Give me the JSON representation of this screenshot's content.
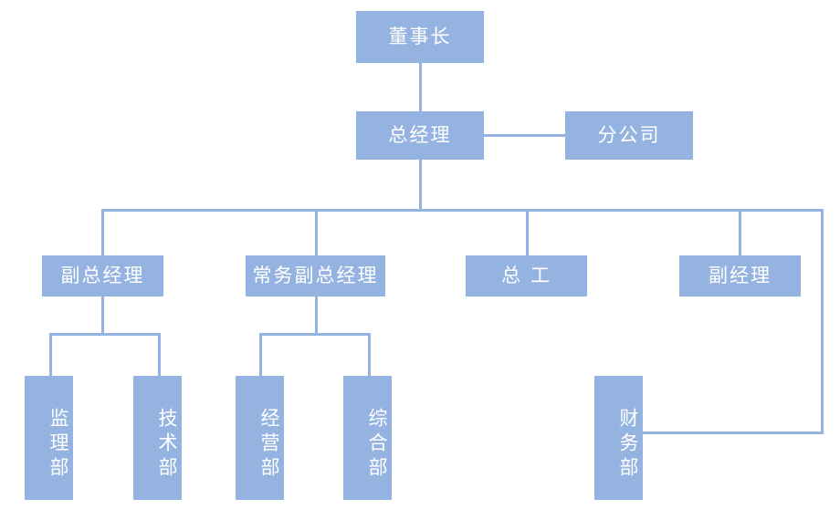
{
  "chart": {
    "type": "org-chart",
    "title": "",
    "palette": {
      "node_fill": "#95b3e0",
      "node_text": "#ffffff",
      "connector": "#95b3e0",
      "background": "#ffffff"
    },
    "levels": [
      {
        "level": 1,
        "nodes": [
          "chairman"
        ]
      },
      {
        "level": 2,
        "nodes": [
          "general-manager",
          "branch-company"
        ]
      },
      {
        "level": 3,
        "nodes": [
          "deputy-general-manager",
          "executive-deputy-general-manager",
          "chief-engineer",
          "deputy-manager"
        ]
      },
      {
        "level": 4,
        "nodes": [
          "supervision-dept",
          "technical-dept",
          "operations-dept",
          "general-affairs-dept",
          "finance-dept"
        ]
      }
    ],
    "nodes": {
      "chairman": {
        "label": "董事长",
        "orientation": "horizontal"
      },
      "general_manager": {
        "label": "总经理",
        "orientation": "horizontal"
      },
      "branch_company": {
        "label": "分公司",
        "orientation": "horizontal"
      },
      "deputy_general_manager": {
        "label": "副总经理",
        "orientation": "horizontal"
      },
      "executive_deputy_general_manager": {
        "label": "常务副总经理",
        "orientation": "horizontal"
      },
      "chief_engineer": {
        "label": "总 工",
        "orientation": "horizontal"
      },
      "deputy_manager": {
        "label": "副经理",
        "orientation": "horizontal"
      },
      "supervision_dept": {
        "label": "监理部",
        "orientation": "vertical"
      },
      "technical_dept": {
        "label": "技术部",
        "orientation": "vertical"
      },
      "operations_dept": {
        "label": "经营部",
        "orientation": "vertical"
      },
      "general_affairs_dept": {
        "label": "综合部",
        "orientation": "vertical"
      },
      "finance_dept": {
        "label": "财务部",
        "orientation": "vertical"
      }
    },
    "edges": [
      {
        "from": "chairman",
        "to": "general-manager"
      },
      {
        "from": "general-manager",
        "to": "branch-company"
      },
      {
        "from": "general-manager",
        "to": "deputy-general-manager"
      },
      {
        "from": "general-manager",
        "to": "executive-deputy-general-manager"
      },
      {
        "from": "general-manager",
        "to": "chief-engineer"
      },
      {
        "from": "general-manager",
        "to": "deputy-manager"
      },
      {
        "from": "deputy-general-manager",
        "to": "supervision-dept"
      },
      {
        "from": "deputy-general-manager",
        "to": "technical-dept"
      },
      {
        "from": "executive-deputy-general-manager",
        "to": "operations-dept"
      },
      {
        "from": "executive-deputy-general-manager",
        "to": "general-affairs-dept"
      },
      {
        "from": "deputy-manager",
        "to": "finance-dept"
      }
    ]
  }
}
